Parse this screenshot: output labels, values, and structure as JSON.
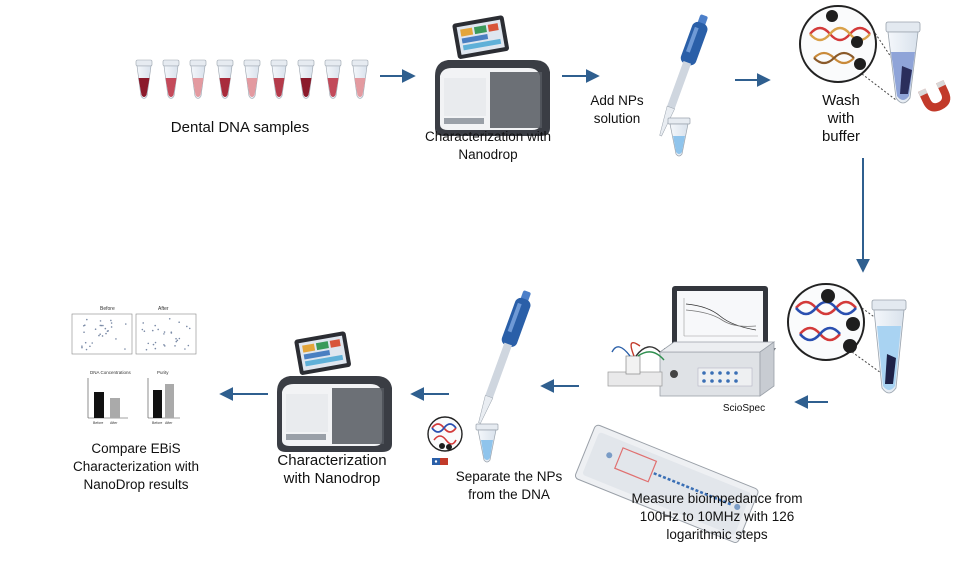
{
  "labels": {
    "dental_samples": "Dental DNA samples",
    "nanodrop_top": "Characterization with Nanodrop",
    "add_nps": "Add NPs solution",
    "wash": "Wash with buffer",
    "measure": "Measure bioimpedance from 100Hz to 10MHz with 126 logarithmic steps",
    "sciospec": "ScioSpec",
    "separate": "Separate the NPs from the DNA",
    "nanodrop_bottom": "Characterization with Nanodrop",
    "compare": "Compare EBiS Characterization with NanoDrop results"
  },
  "results_panel": {
    "scatter_left_title": "Before",
    "scatter_right_title": "After",
    "bar_left_title": "DNA Concentrations",
    "bar_right_title": "Purity",
    "bar_categories": [
      "Before",
      "After"
    ]
  },
  "colors": {
    "arrow": "#2f5f8f",
    "sample_dark": "#8b1a2b",
    "sample_light": "#e39aa0",
    "pipette": "#2a5fa8",
    "dna_red": "#d33a3a",
    "dna_blue": "#2a4fb0",
    "magnet": "#c23a2a"
  }
}
